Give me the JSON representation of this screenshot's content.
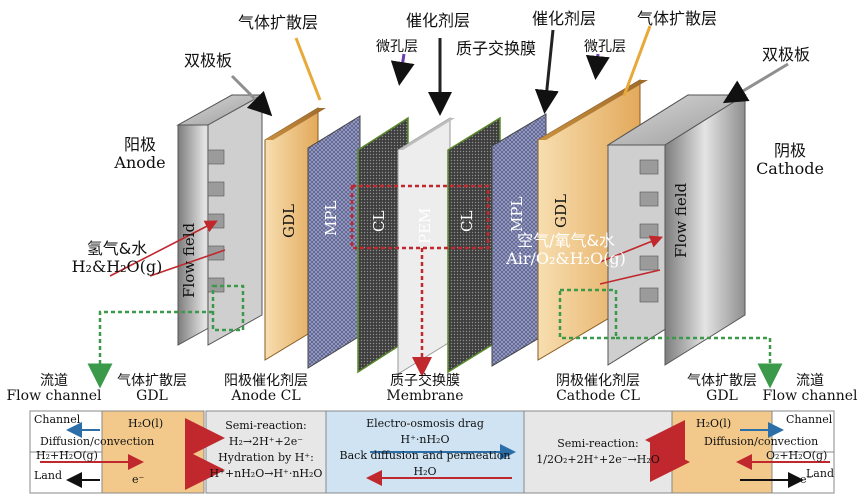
{
  "layers_top": {
    "gdl_left": "气体扩散层",
    "mpl_left": "微孔层",
    "cl_left": "催化剂层",
    "pem": "质子交换膜",
    "cl_right": "催化剂层",
    "mpl_right": "微孔层",
    "gdl_right": "气体扩散层",
    "bipolar_left": "双极板",
    "bipolar_right": "双极板"
  },
  "anode": {
    "cn": "阳极",
    "en": "Anode"
  },
  "cathode": {
    "cn": "阴极",
    "en": "Cathode"
  },
  "stack_labels": {
    "flow_field_left": "Flow field",
    "gdl_left": "GDL",
    "mpl_left": "MPL",
    "cl_left": "CL",
    "pem": "PEM",
    "cl_right": "CL",
    "mpl_right": "MPL",
    "gdl_right": "GDL",
    "flow_field_right": "Flow field"
  },
  "inputs": {
    "anode_cn": "氢气&水",
    "anode_formula": "H₂&H₂O(g)",
    "cathode_cn": "空气/氧气&水",
    "cathode_formula": "Air/O₂&H₂O(g)"
  },
  "bottom_headers": {
    "flow_channel_left_cn": "流道",
    "flow_channel_left_en": "Flow channel",
    "gdl_left_cn": "气体扩散层",
    "gdl_left_en": "GDL",
    "anode_cl_cn": "阳极催化剂层",
    "anode_cl_en": "Anode CL",
    "membrane_cn": "质子交换膜",
    "membrane_en": "Membrane",
    "cathode_cl_cn": "阴极催化剂层",
    "cathode_cl_en": "Cathode CL",
    "gdl_right_cn": "气体扩散层",
    "gdl_right_en": "GDL",
    "flow_channel_right_cn": "流道",
    "flow_channel_right_en": "Flow channel"
  },
  "bottom_left": {
    "channel": "Channel",
    "water": "H₂O(l)",
    "diffusion": "Diffusion/convection",
    "gas": "H₂+H₂O(g)",
    "land": "Land",
    "electron": "e⁻"
  },
  "anode_cl_box": {
    "semi": "Semi-reaction:",
    "reaction": "H₂→2H⁺+2e⁻",
    "hydration": "Hydration by H⁺:",
    "hydration_eq": "H⁺+nH₂O→H⁺·nH₂O"
  },
  "membrane_box": {
    "drag": "Electro-osmosis drag",
    "drag_eq": "H⁺·nH₂O",
    "back": "Back diffusion and permeation",
    "water": "H₂O"
  },
  "cathode_cl_box": {
    "semi": "Semi-reaction:",
    "reaction": "1/2O₂+2H⁺+2e⁻→H₂O"
  },
  "bottom_right": {
    "channel": "Channel",
    "water": "H₂O(l)",
    "diffusion": "Diffusion/convection",
    "gas": "O₂+H₂O(g)",
    "land": "Land",
    "electron": "e⁻"
  },
  "colors": {
    "gdl": "#f2c98a",
    "pem": "#e9e9e9",
    "membrane_box": "#cfe3f3",
    "cl_box": "#e7e7e7",
    "arrow_red": "#c0282d",
    "arrow_blue": "#2c6ea8",
    "dashed_green": "#3a9a4a",
    "dashed_red": "#c0282d"
  }
}
